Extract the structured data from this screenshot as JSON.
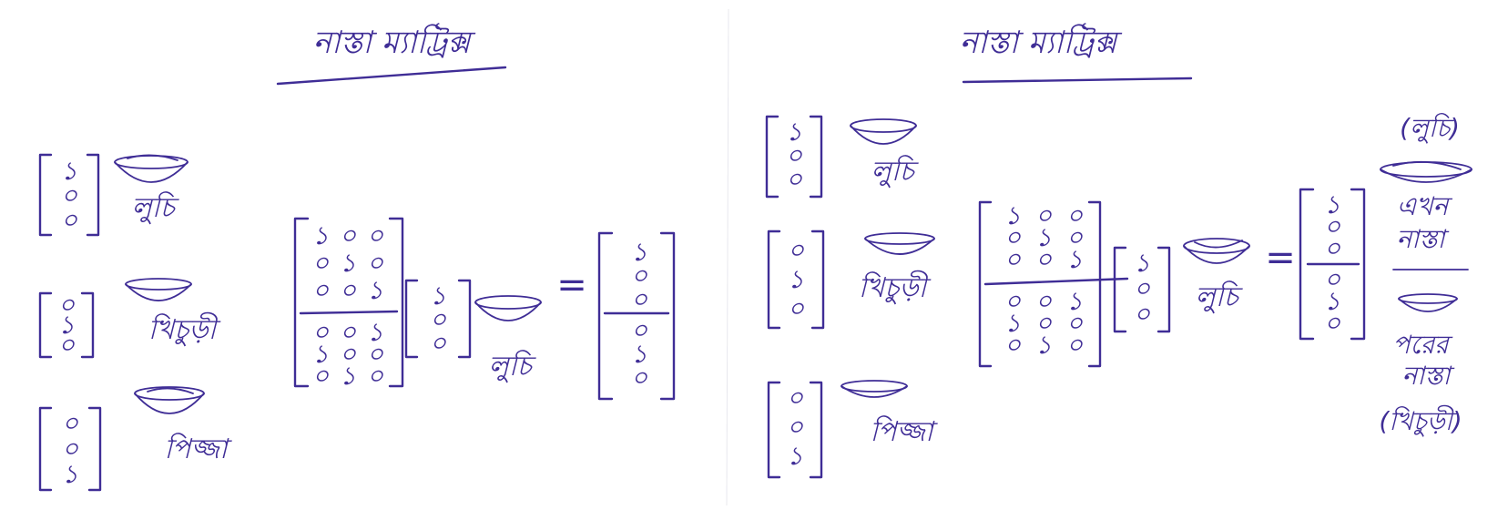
{
  "left_panel": {
    "title": "নাস্তা ম্যাট্রিক্স",
    "vectors": [
      {
        "digits": [
          "১",
          "০",
          "০"
        ],
        "food": "লুচি"
      },
      {
        "digits": [
          "০",
          "১",
          "০"
        ],
        "food": "খিচুড়ী"
      },
      {
        "digits": [
          "০",
          "০",
          "১"
        ],
        "food": "পিজ্জা"
      }
    ],
    "matrix": {
      "rows": [
        [
          "১",
          "০",
          "০"
        ],
        [
          "০",
          "১",
          "০"
        ],
        [
          "০",
          "০",
          "১"
        ],
        [
          "০",
          "০",
          "১"
        ],
        [
          "১",
          "০",
          "০"
        ],
        [
          "০",
          "১",
          "০"
        ]
      ]
    },
    "input": {
      "digits": [
        "১",
        "০",
        "০"
      ],
      "food": "লুচি"
    },
    "equals": "=",
    "result": {
      "digits": [
        "১",
        "০",
        "০",
        "০",
        "১",
        "০"
      ]
    }
  },
  "right_panel": {
    "title": "নাস্তা ম্যাট্রিক্স",
    "vectors": [
      {
        "digits": [
          "১",
          "০",
          "০"
        ],
        "food": "লুচি"
      },
      {
        "digits": [
          "০",
          "১",
          "০"
        ],
        "food": "খিচুড়ী"
      },
      {
        "digits": [
          "০",
          "০",
          "১"
        ],
        "food": "পিজ্জা"
      }
    ],
    "matrix": {
      "rows": [
        [
          "১",
          "০",
          "০"
        ],
        [
          "০",
          "১",
          "০"
        ],
        [
          "০",
          "০",
          "১"
        ],
        [
          "০",
          "০",
          "১"
        ],
        [
          "১",
          "০",
          "০"
        ],
        [
          "০",
          "১",
          "০"
        ]
      ]
    },
    "input": {
      "digits": [
        "১",
        "০",
        "০"
      ],
      "food": "লুচি"
    },
    "equals": "=",
    "result": {
      "digits": [
        "১",
        "০",
        "০",
        "০",
        "১",
        "০"
      ]
    },
    "annotations": {
      "top_label": "(লুচি)",
      "top_note_1": "এখন",
      "top_note_2": "নাস্তা",
      "bottom_note_1": "পরের",
      "bottom_note_2": "নাস্তা",
      "bottom_label": "(খিচুড়ী)"
    }
  }
}
